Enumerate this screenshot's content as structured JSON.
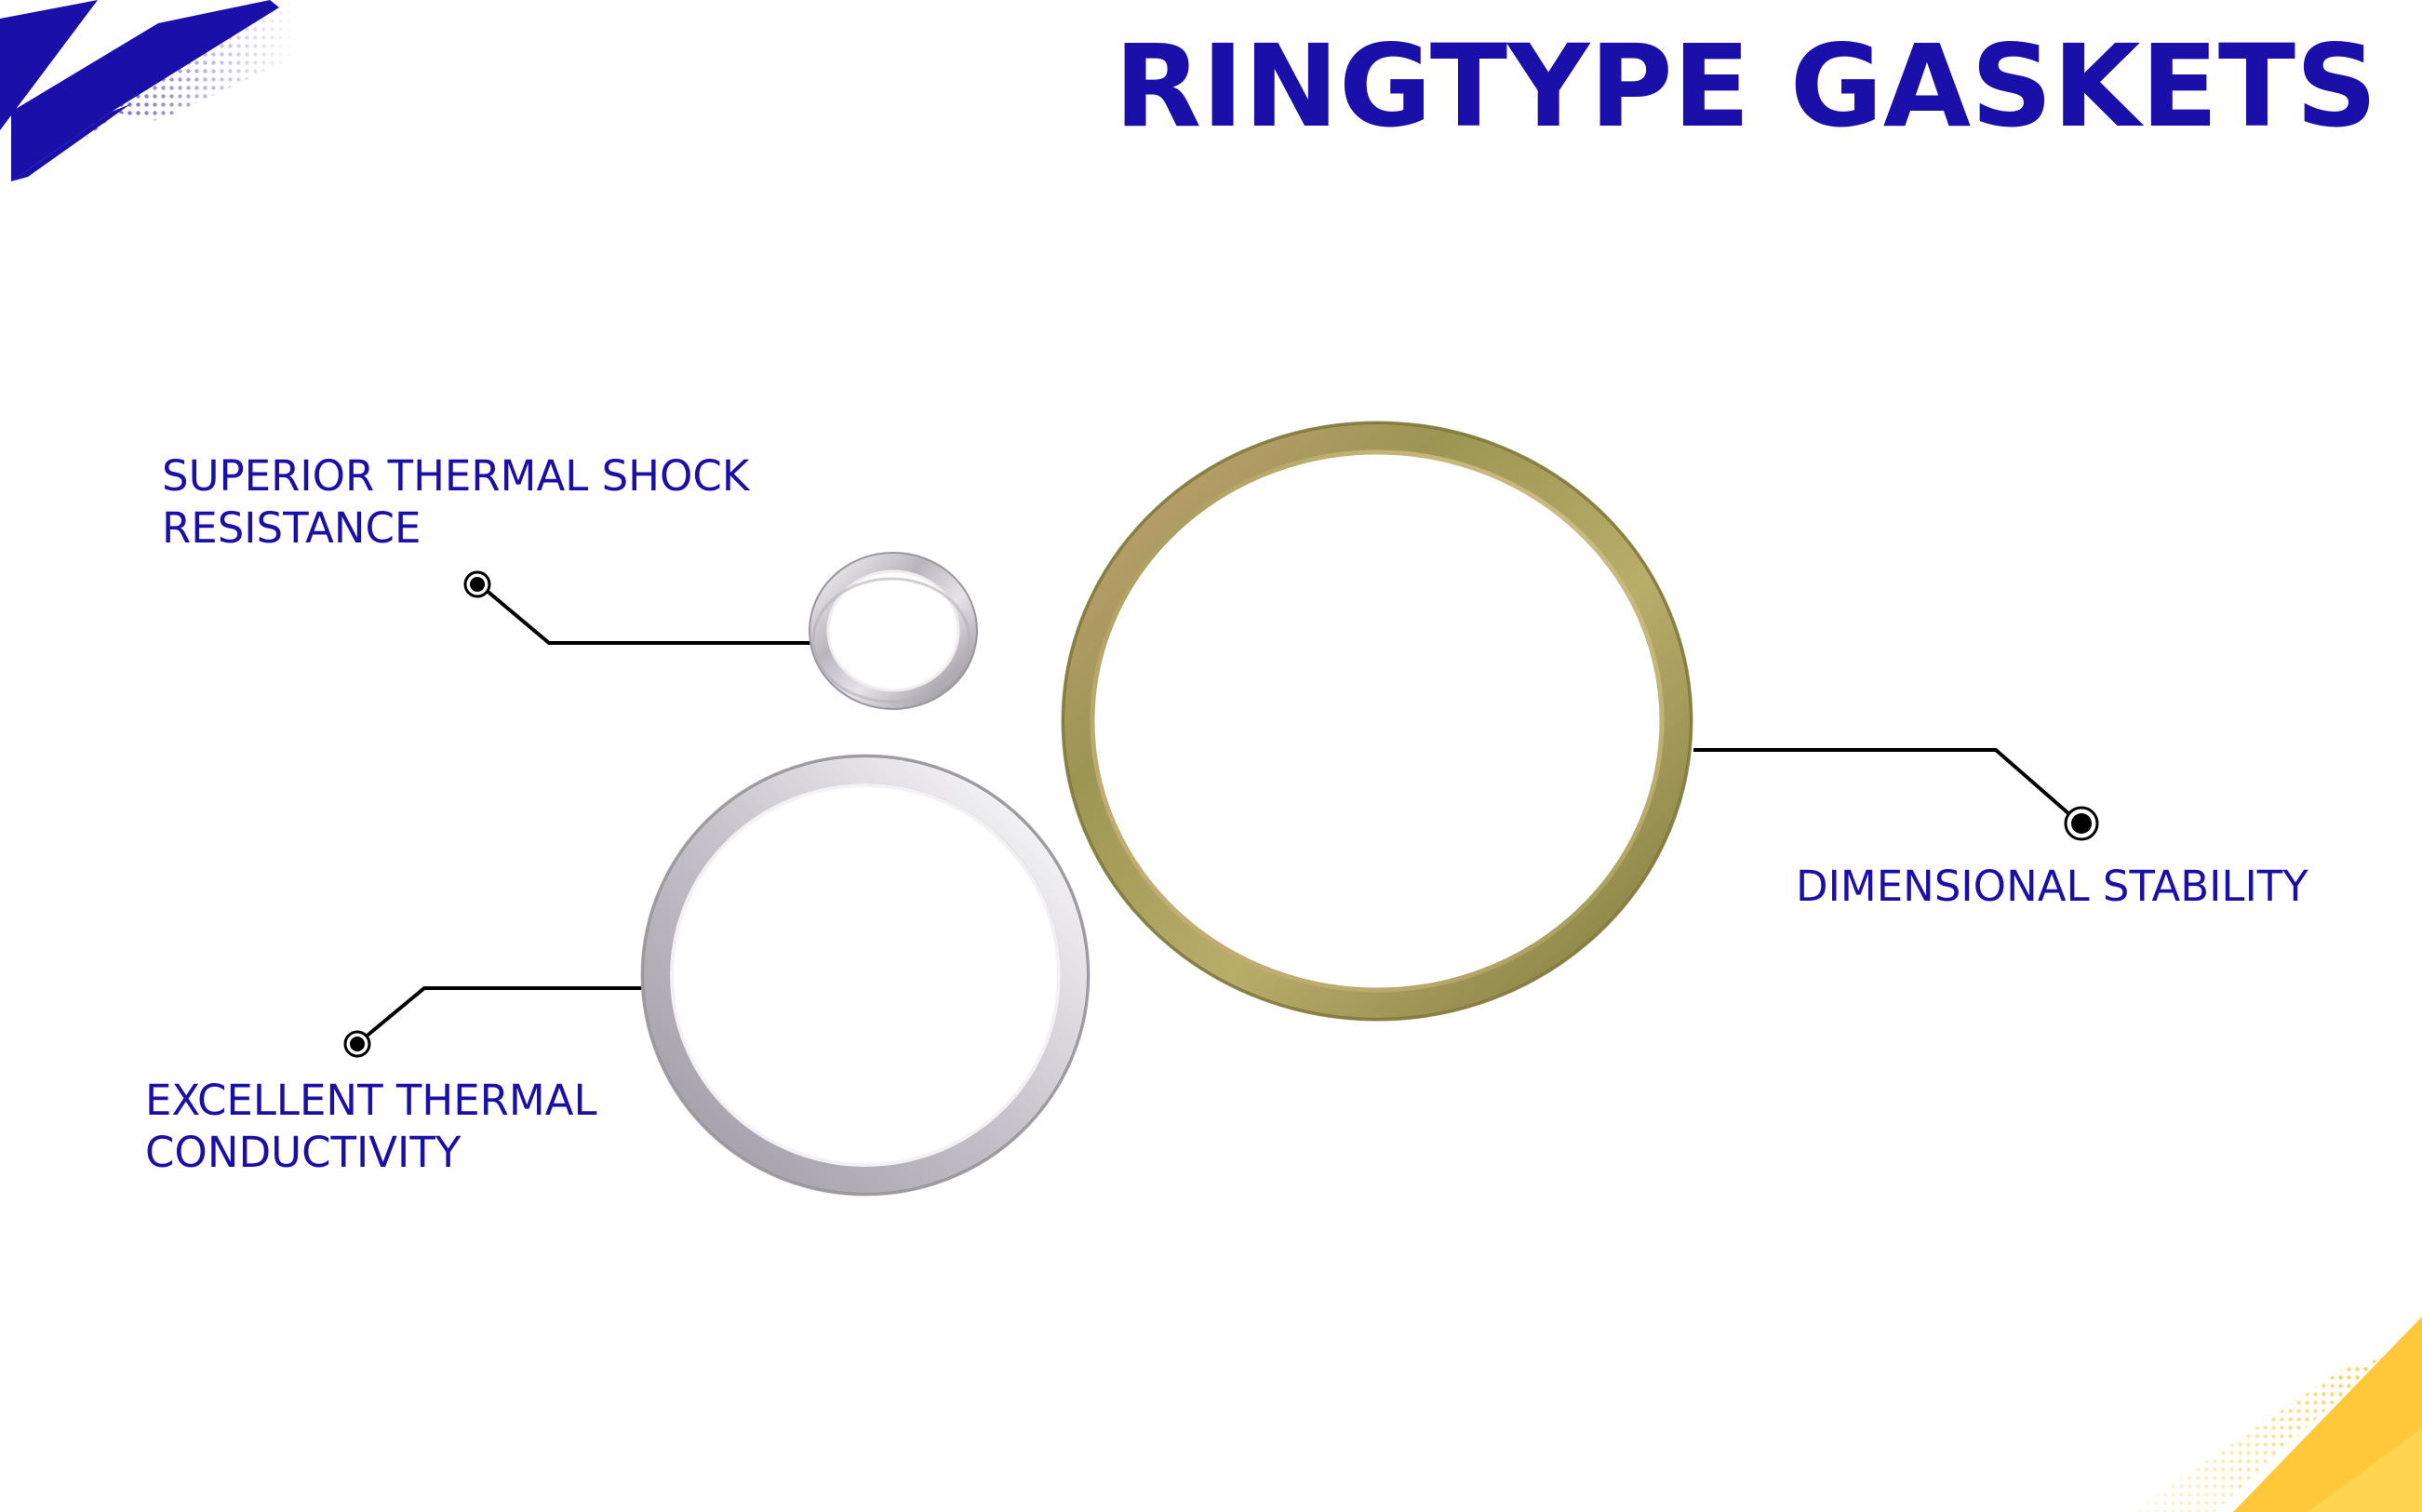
{
  "slide": {
    "title": "RINGTYPE GASKETS",
    "features": [
      {
        "lines": [
          "SUPERIOR THERMAL SHOCK",
          "RESISTANCE"
        ]
      },
      {
        "lines": [
          "EXCELLENT THERMAL",
          "CONDUCTIVITY"
        ]
      },
      {
        "lines": [
          "DIMENSIONAL STABILITY"
        ]
      }
    ]
  },
  "colors": {
    "title": "#1a0fa8",
    "label": "#1a0fa8",
    "accent_blue": "#1a0fa8",
    "accent_yellow": "#ffc83a",
    "callout_line": "#000000",
    "ring_silver": "#c9c5cc",
    "ring_gold": "#a89a55"
  },
  "icons": {
    "callout_marker": "target-dot-icon",
    "corner_top_left": "blue-slash-stripes",
    "corner_bottom_right": "yellow-slash-stripes"
  }
}
